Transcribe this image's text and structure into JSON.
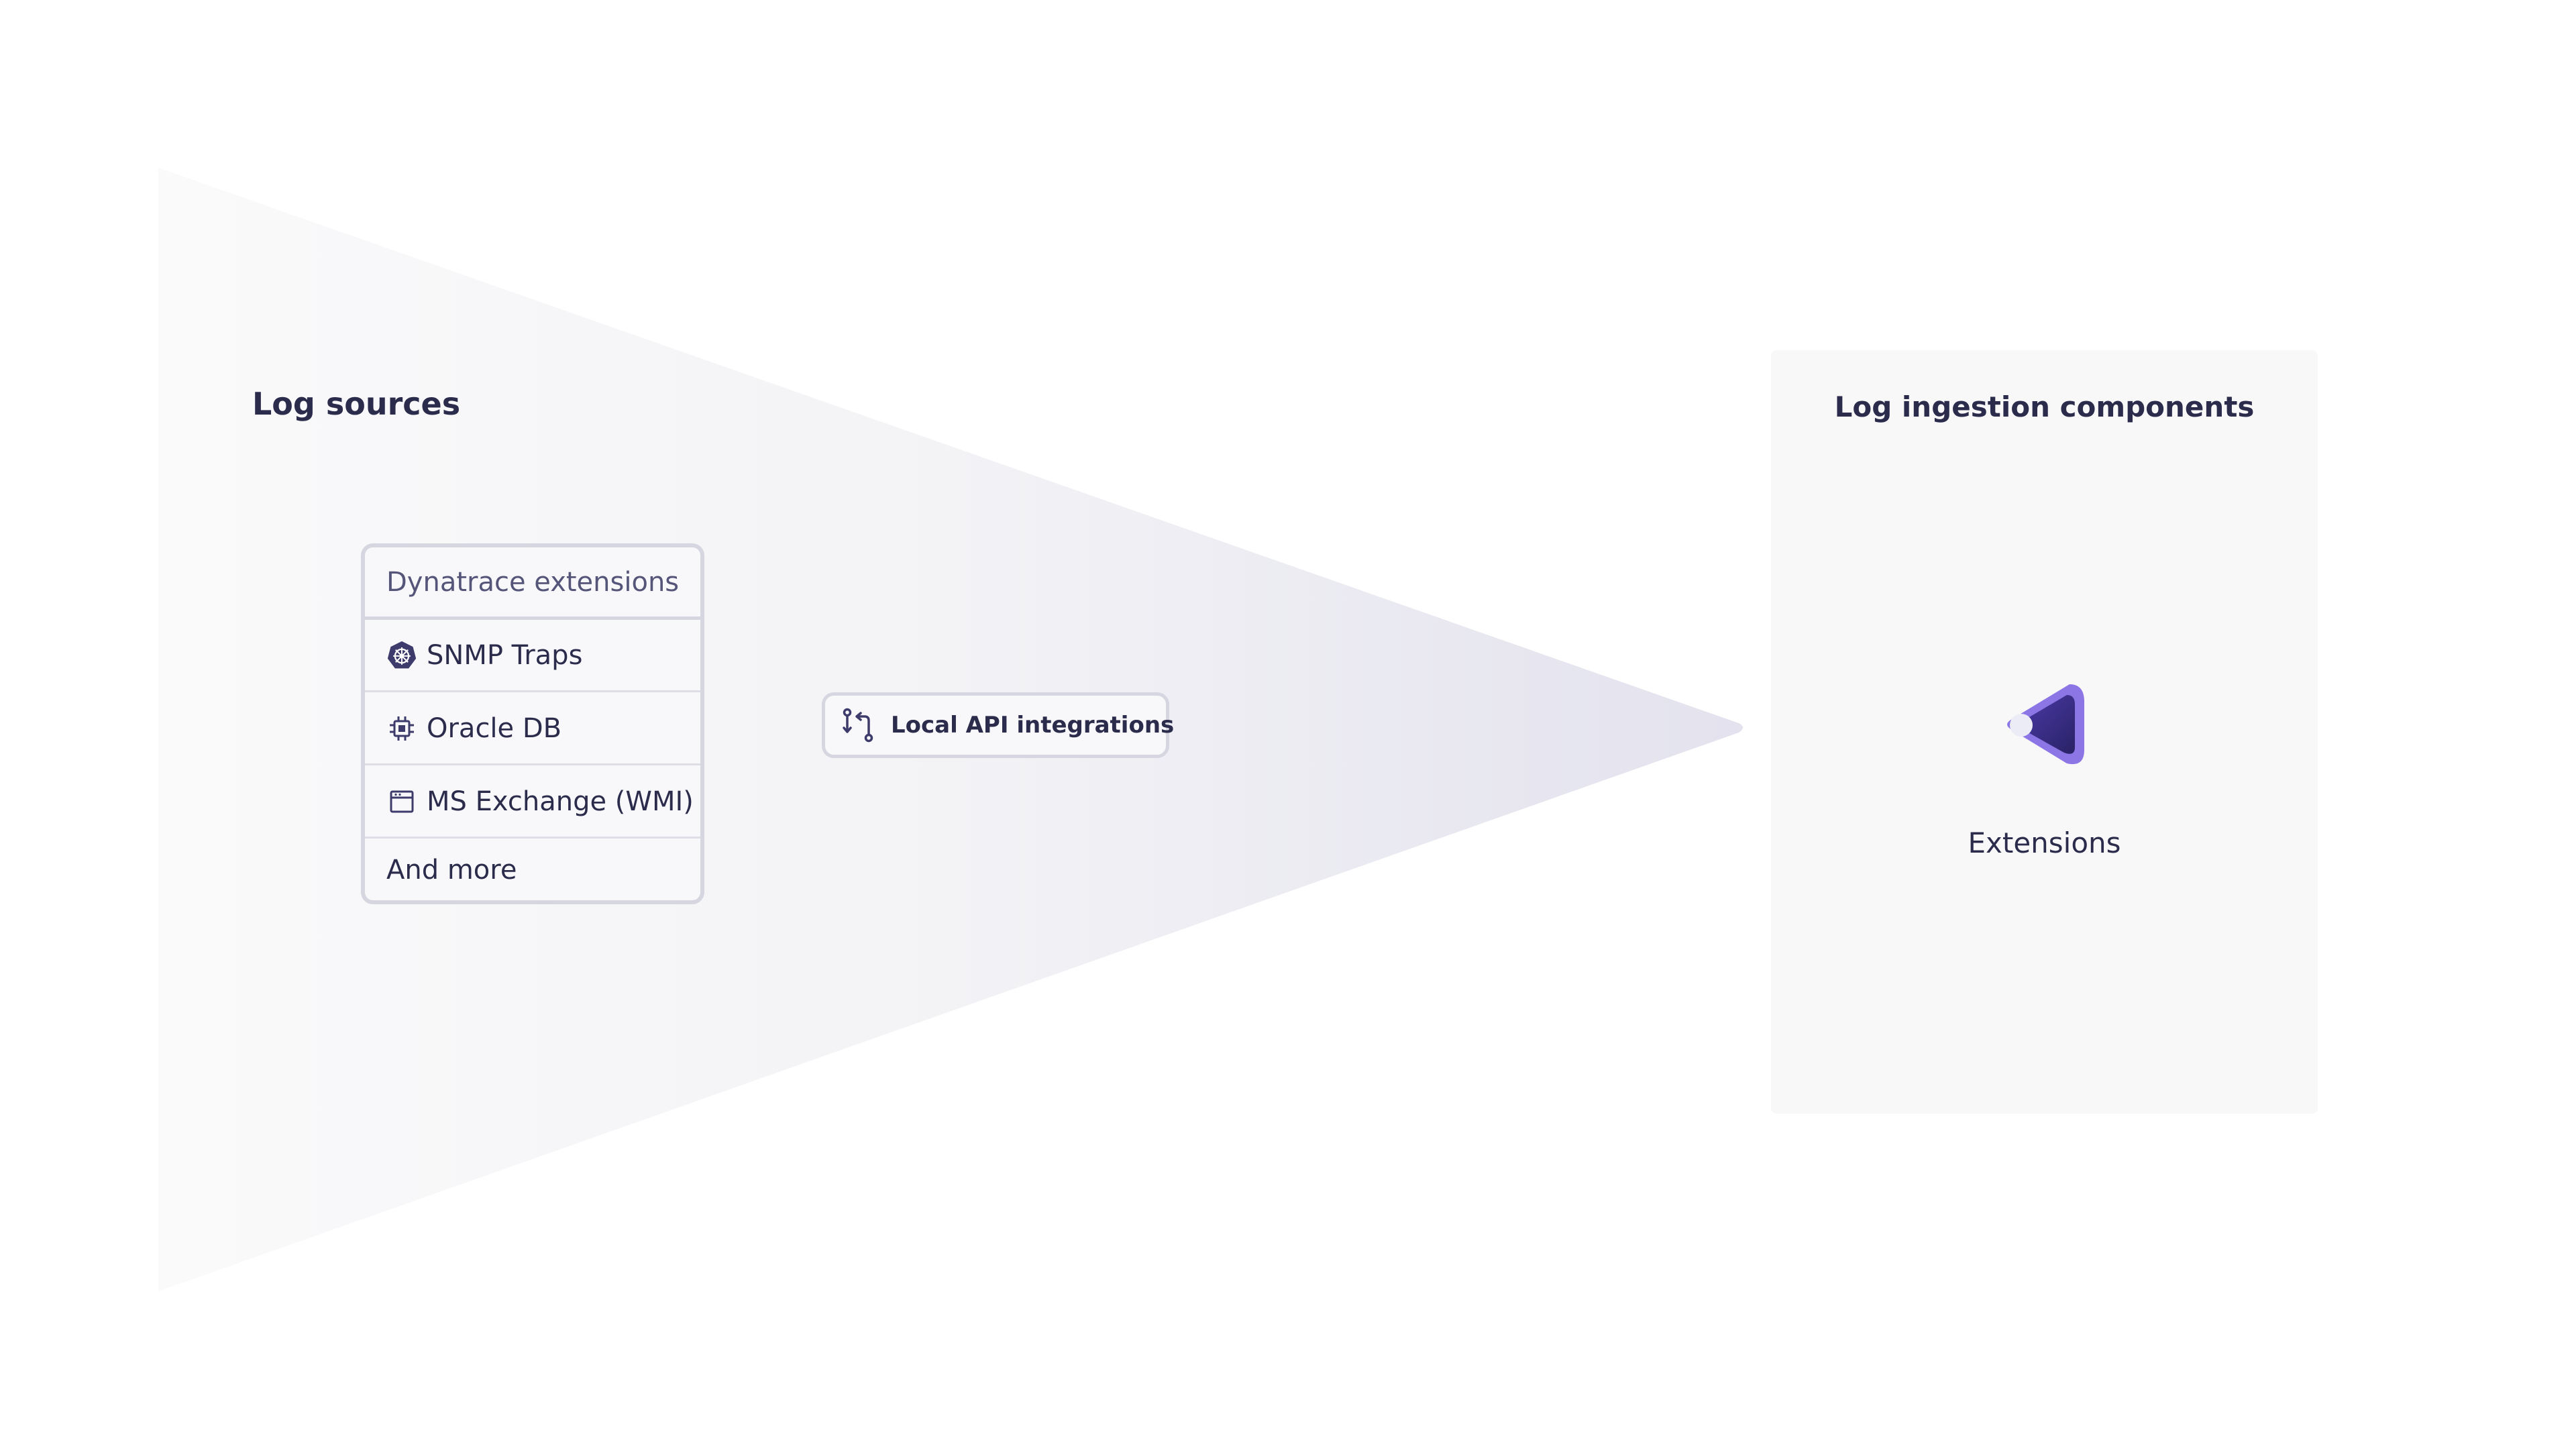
{
  "sources": {
    "title": "Log sources",
    "list": {
      "header": "Dynatrace extensions",
      "items": [
        {
          "label": "SNMP Traps",
          "icon": "kubernetes-wheel-icon"
        },
        {
          "label": "Oracle DB",
          "icon": "chip-icon"
        },
        {
          "label": "MS Exchange (WMI)",
          "icon": "window-icon"
        }
      ],
      "footer": "And more"
    }
  },
  "integration": {
    "label": "Local API integrations",
    "icon": "git-pull-request-icon"
  },
  "ingestion": {
    "title": "Log ingestion components",
    "component": {
      "label": "Extensions",
      "icon": "extensions-logo-icon"
    }
  },
  "colors": {
    "text_primary": "#2b2b4c",
    "text_secondary": "#55557a",
    "border": "#d6d6e0",
    "panel_bg": "#f8f8f9",
    "funnel_start": "#f7f7f9",
    "funnel_end": "#e4e2ef",
    "accent_purple": "#7b62e0",
    "accent_dark": "#2f2a6b"
  }
}
